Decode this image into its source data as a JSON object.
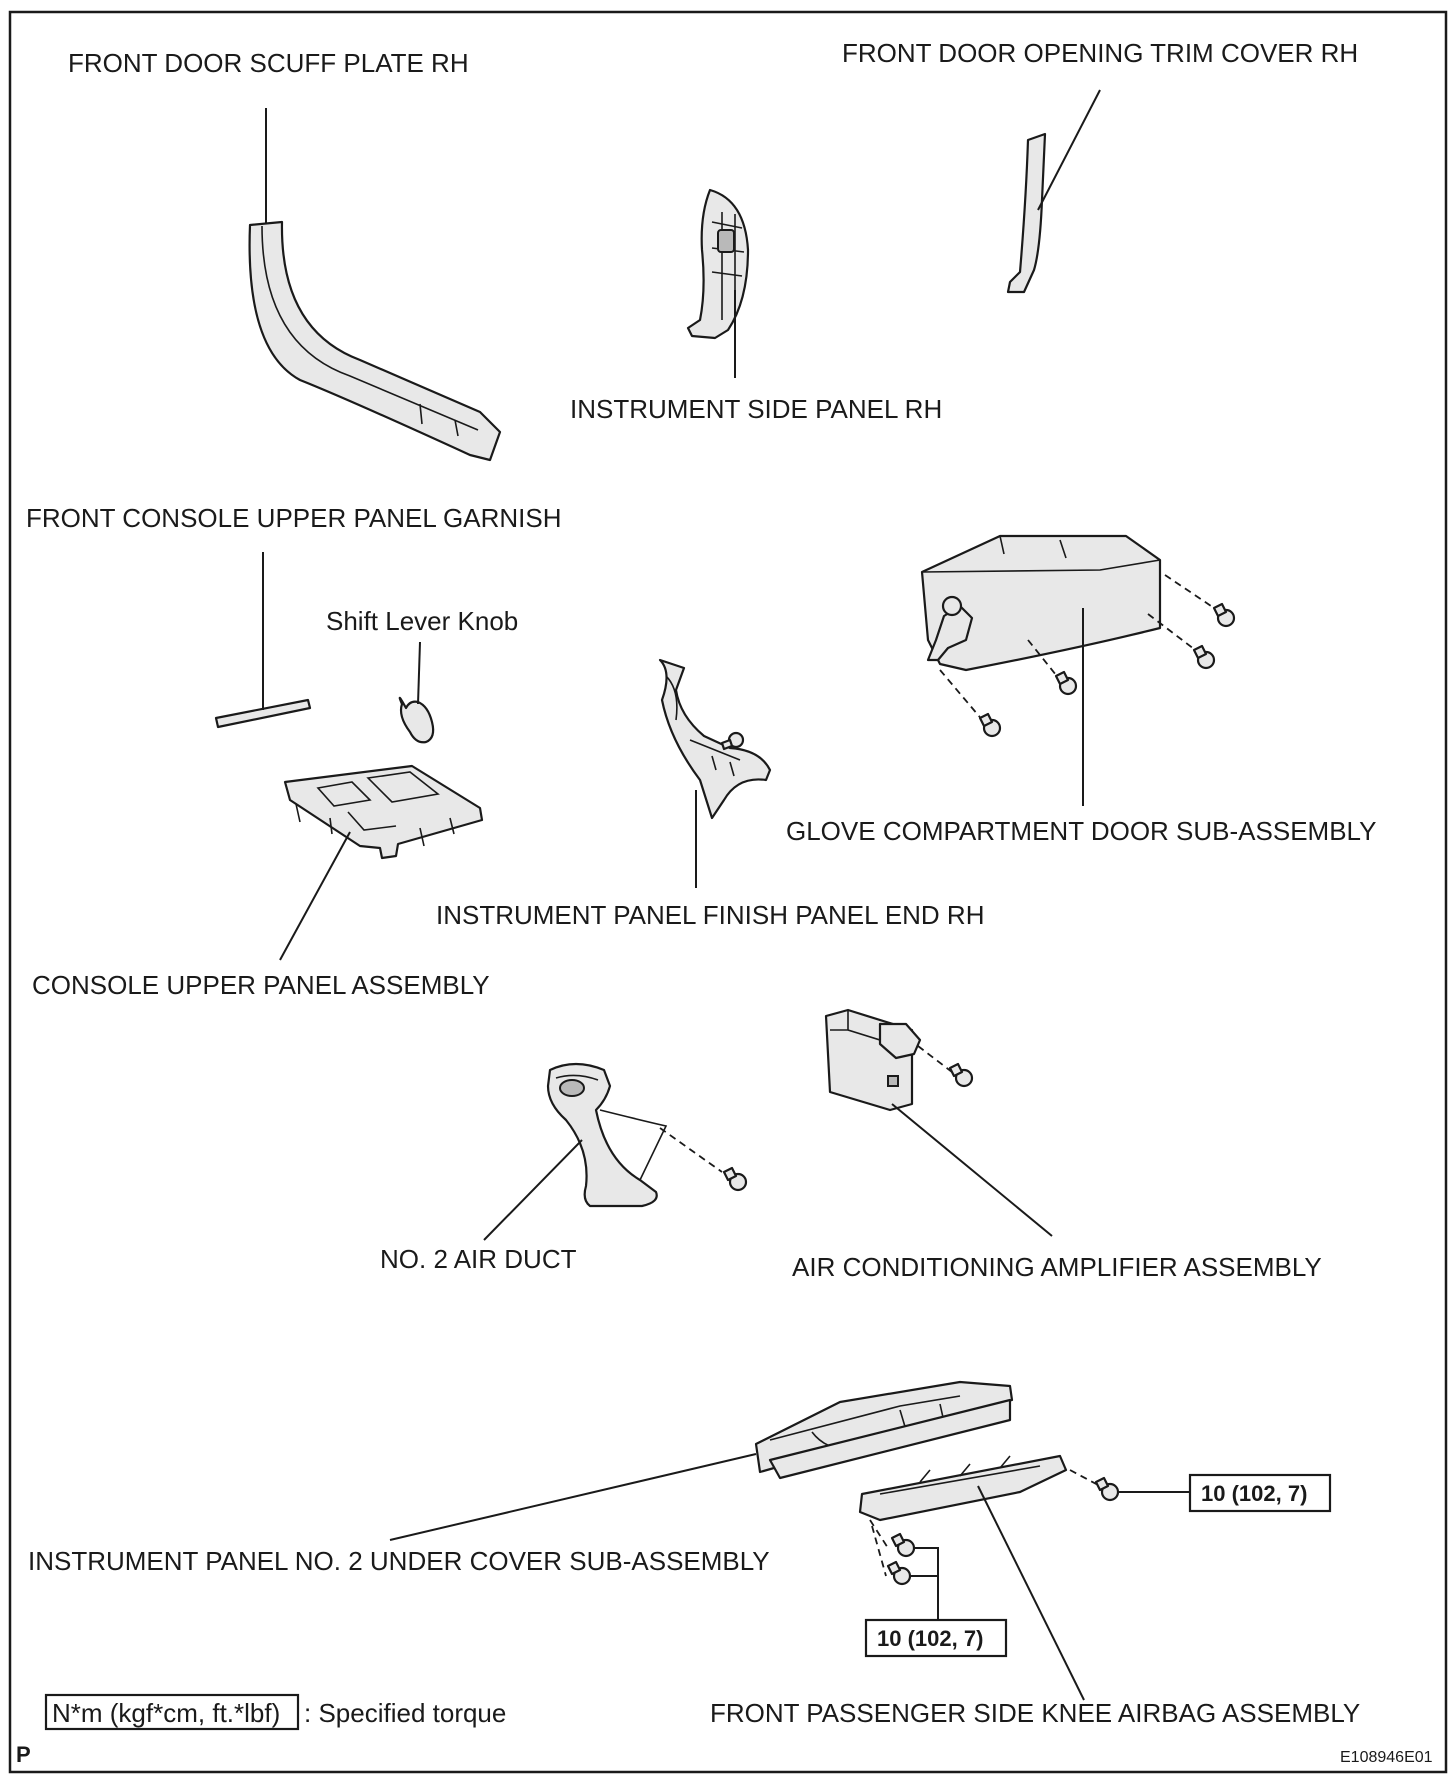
{
  "labels": {
    "scuff_plate": "FRONT DOOR SCUFF PLATE RH",
    "trim_cover": "FRONT DOOR OPENING TRIM COVER RH",
    "side_panel": "INSTRUMENT SIDE PANEL RH",
    "console_garnish": "FRONT CONSOLE UPPER PANEL GARNISH",
    "shift_knob": "Shift Lever Knob",
    "glove_door": "GLOVE COMPARTMENT DOOR SUB-ASSEMBLY",
    "finish_panel": "INSTRUMENT PANEL FINISH PANEL END RH",
    "console_panel": "CONSOLE UPPER PANEL ASSEMBLY",
    "air_duct": "NO. 2 AIR DUCT",
    "ac_amplifier": "AIR CONDITIONING AMPLIFIER ASSEMBLY",
    "under_cover": "INSTRUMENT PANEL NO. 2 UNDER COVER SUB-ASSEMBLY",
    "knee_airbag": "FRONT PASSENGER SIDE KNEE AIRBAG ASSEMBLY"
  },
  "torque": {
    "right": "10 (102, 7)",
    "lower": "10 (102, 7)"
  },
  "legend": {
    "unit": "N*m (kgf*cm, ft.*lbf)",
    "description": ": Specified torque"
  },
  "corner_mark": "P",
  "figure_id": "E108946E01",
  "colors": {
    "ink": "#1a1a1a",
    "part_fill": "#e8e8e8",
    "background": "#ffffff"
  }
}
